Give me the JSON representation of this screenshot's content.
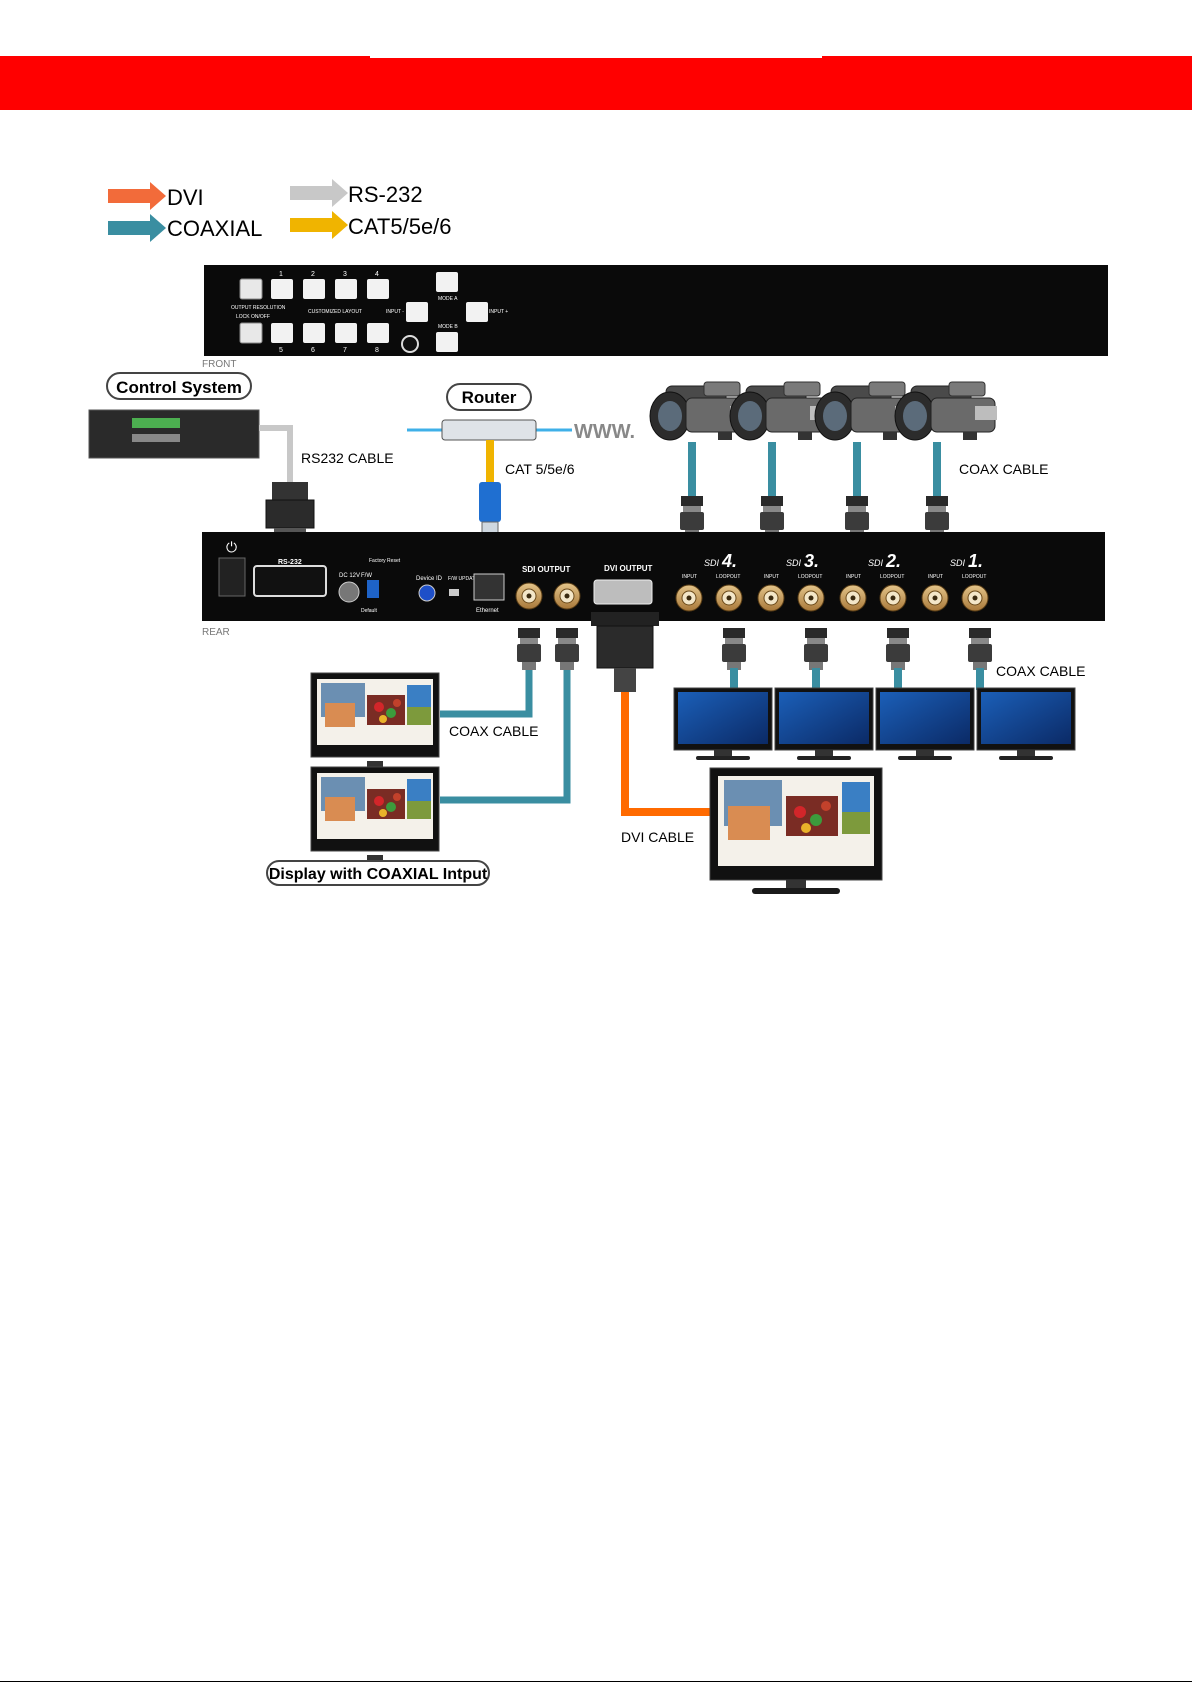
{
  "legend": [
    {
      "label": "DVI",
      "color": "#f26b3a"
    },
    {
      "label": "COAXIAL",
      "color": "#3a8ea1"
    },
    {
      "label": "RS-232",
      "color": "#c8c8c8"
    },
    {
      "label": "CAT5/5e/6",
      "color": "#f0b400"
    }
  ],
  "front_panel": {
    "label": "FRONT",
    "numbers_top": [
      "1",
      "2",
      "3",
      "4"
    ],
    "numbers_bottom": [
      "5",
      "6",
      "7",
      "8"
    ],
    "output_resolution": "OUTPUT RESOLUTION",
    "lock_on_off": "LOCK ON/OFF",
    "customized_layout": "CUSTOMIZED LAYOUT",
    "input_minus": "INPUT -",
    "input_plus": "INPUT +",
    "mode_a": "MODE A",
    "mode_b": "MODE B"
  },
  "rear_panel": {
    "label": "REAR",
    "rs232": "RS-232",
    "dc12v": "DC 12V",
    "fw": "F/W",
    "factory_reset": "Factory Reset",
    "default": "Default",
    "device_id": "Device ID",
    "fw_update": "F/W UPDATE",
    "ethernet": "Ethernet",
    "sdi_output": "SDI OUTPUT",
    "dvi_output": "DVI OUTPUT",
    "sdi_groups": [
      {
        "prefix": "SDI",
        "num": "4."
      },
      {
        "prefix": "SDI",
        "num": "3."
      },
      {
        "prefix": "SDI",
        "num": "2."
      },
      {
        "prefix": "SDI",
        "num": "1."
      }
    ],
    "input": "INPUT",
    "loopout": "LOOPOUT"
  },
  "labels": {
    "control_system": "Control System",
    "router": "Router",
    "www": "WWW.",
    "rs232_cable": "RS232 CABLE",
    "cat_cable": "CAT 5/5e/6",
    "coax_cable_cameras": "COAX CABLE",
    "coax_cable_outputs": "COAX CABLE",
    "coax_cable_displays": "COAX CABLE",
    "dvi_cable": "DVI CABLE",
    "display_coaxial": "Display with COAXIAL Intput"
  }
}
